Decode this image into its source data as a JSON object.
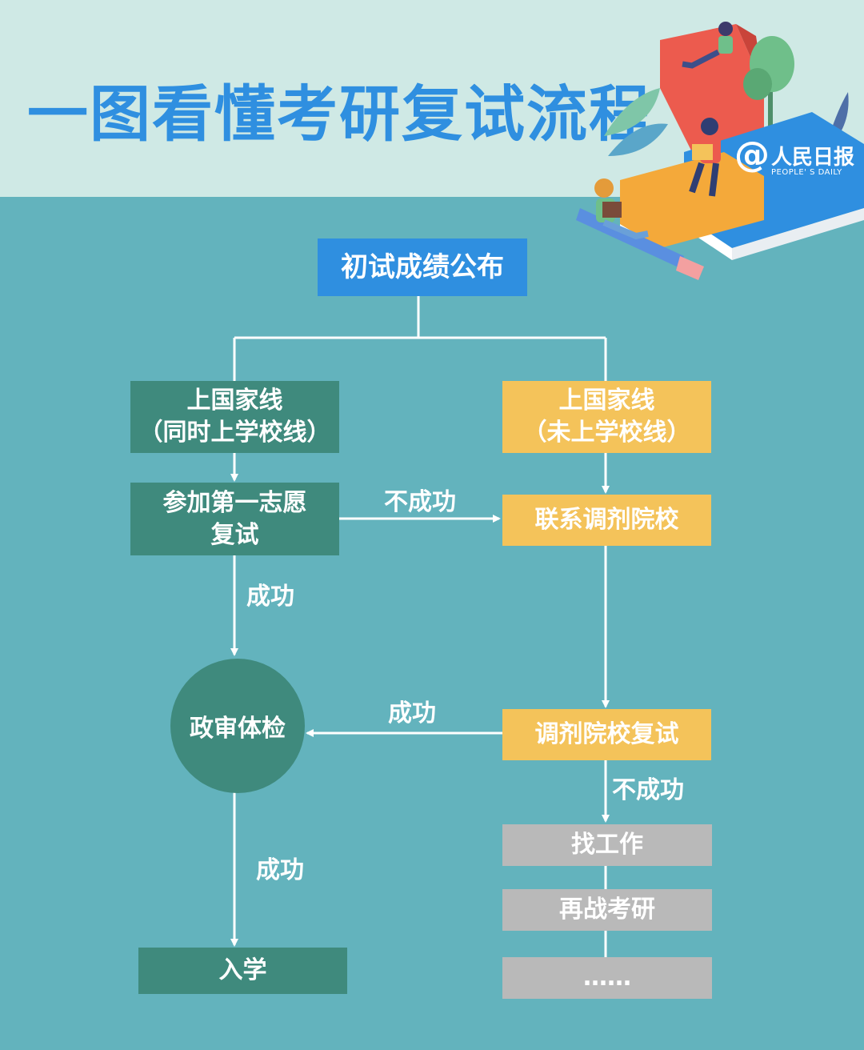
{
  "header": {
    "title": "一图看懂考研复试流程",
    "brand": {
      "at": "@",
      "name": "人民日报",
      "en": "PEOPLE' S DAILY"
    }
  },
  "nodes": {
    "start": "初试成绩公布",
    "left_top": {
      "line1": "上国家线",
      "line2": "（同时上学校线）"
    },
    "right_top": {
      "line1": "上国家线",
      "line2": "（未上学校线）"
    },
    "first_choice": {
      "line1": "参加第一志愿",
      "line2": "复试"
    },
    "contact": "联系调剂院校",
    "review": "政审体检",
    "adjust_retest": "调剂院校复试",
    "job": "找工作",
    "retry": "再战考研",
    "more": "……",
    "enroll": "入学"
  },
  "edge_labels": {
    "fail_1": "不成功",
    "success_1": "成功",
    "success_2": "成功",
    "fail_2": "不成功",
    "success_3": "成功"
  },
  "colors": {
    "blue": "#2f8fe0",
    "green": "#3f8a7d",
    "yellow": "#f4c35a",
    "gray": "#b9b9b9",
    "background": "#63b3bd",
    "header_bg": "#cfe9e5"
  }
}
